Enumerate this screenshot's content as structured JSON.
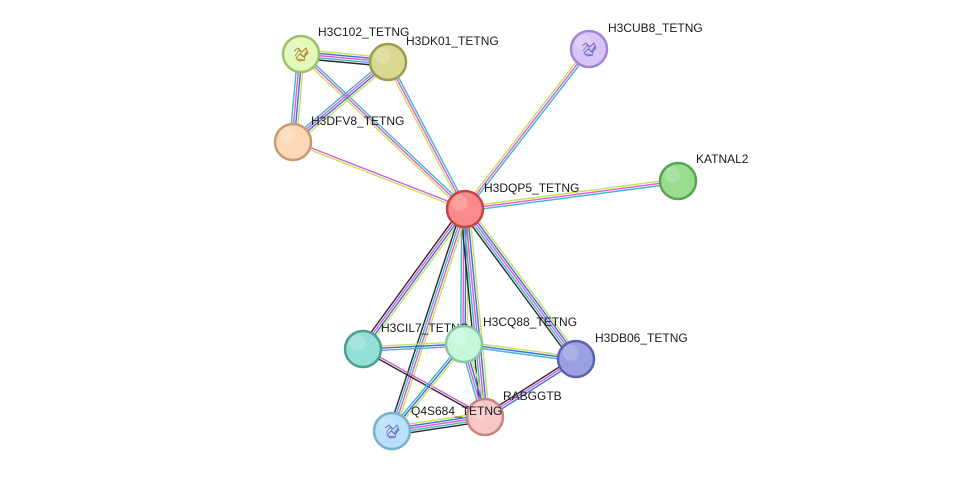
{
  "nodes": [
    {
      "id": "H3DQP5_TETNG",
      "label": "H3DQP5_TETNG",
      "fill": "#fb8a8a",
      "stroke": "#c94343",
      "query": true
    },
    {
      "id": "H3C102_TETNG",
      "label": "H3C102_TETNG",
      "fill": "#e1f8b8",
      "stroke": "#9ac26a",
      "icon": "protein-structure-icon"
    },
    {
      "id": "H3DK01_TETNG",
      "label": "H3DK01_TETNG",
      "fill": "#d8d890",
      "stroke": "#9a9a50"
    },
    {
      "id": "H3DFV8_TETNG",
      "label": "H3DFV8_TETNG",
      "fill": "#fcd8b6",
      "stroke": "#c89a72"
    },
    {
      "id": "H3CUB8_TETNG",
      "label": "H3CUB8_TETNG",
      "fill": "#d8c5f8",
      "stroke": "#9f86d4",
      "icon": "protein-structure-icon"
    },
    {
      "id": "KATNAL2",
      "label": "KATNAL2",
      "fill": "#98dc90",
      "stroke": "#5aa352"
    },
    {
      "id": "H3CIL7_TETNG",
      "label": "H3CIL7_TETNG",
      "fill": "#92e0d6",
      "stroke": "#4a9e92"
    },
    {
      "id": "H3CQ88_TETNG",
      "label": "H3CQ88_TETNG",
      "fill": "#c6f8dc",
      "stroke": "#86c8a2"
    },
    {
      "id": "H3DB06_TETNG",
      "label": "H3DB06_TETNG",
      "fill": "#9aa0e0",
      "stroke": "#5a62b0"
    },
    {
      "id": "RABGGTB",
      "label": "RABGGTB",
      "fill": "#f8c6c6",
      "stroke": "#c48484"
    },
    {
      "id": "Q4S684_TETNG",
      "label": "Q4S684_TETNG",
      "fill": "#b8e0f8",
      "stroke": "#78b0d0",
      "icon": "protein-structure-icon"
    }
  ],
  "evidence_colors": [
    "#c6e05e",
    "#3f6fd6",
    "#d65ed6",
    "#40b6c8",
    "#2a2a2a"
  ],
  "edges": [
    {
      "source": "H3DQP5_TETNG",
      "target": "H3C102_TETNG",
      "evidence": [
        0,
        2,
        3
      ]
    },
    {
      "source": "H3DQP5_TETNG",
      "target": "H3DK01_TETNG",
      "evidence": [
        0,
        2,
        3
      ]
    },
    {
      "source": "H3DQP5_TETNG",
      "target": "H3DFV8_TETNG",
      "evidence": [
        0,
        2
      ]
    },
    {
      "source": "H3DQP5_TETNG",
      "target": "H3CUB8_TETNG",
      "evidence": [
        0,
        2,
        3
      ]
    },
    {
      "source": "H3DQP5_TETNG",
      "target": "KATNAL2",
      "evidence": [
        0,
        2,
        3
      ]
    },
    {
      "source": "H3DQP5_TETNG",
      "target": "H3CIL7_TETNG",
      "evidence": [
        0,
        1,
        2,
        4
      ]
    },
    {
      "source": "H3DQP5_TETNG",
      "target": "H3CQ88_TETNG",
      "evidence": [
        0,
        1,
        2,
        3
      ]
    },
    {
      "source": "H3DQP5_TETNG",
      "target": "H3DB06_TETNG",
      "evidence": [
        0,
        1,
        2,
        3,
        4
      ]
    },
    {
      "source": "H3DQP5_TETNG",
      "target": "RABGGTB",
      "evidence": [
        0,
        1,
        2,
        3,
        4
      ]
    },
    {
      "source": "H3DQP5_TETNG",
      "target": "Q4S684_TETNG",
      "evidence": [
        0,
        2,
        3,
        4
      ]
    },
    {
      "source": "H3C102_TETNG",
      "target": "H3DK01_TETNG",
      "evidence": [
        0,
        1,
        2,
        3,
        4
      ]
    },
    {
      "source": "H3C102_TETNG",
      "target": "H3DFV8_TETNG",
      "evidence": [
        0,
        1,
        2,
        3
      ]
    },
    {
      "source": "H3DK01_TETNG",
      "target": "H3DFV8_TETNG",
      "evidence": [
        0,
        1,
        2,
        3
      ]
    },
    {
      "source": "H3CIL7_TETNG",
      "target": "H3CQ88_TETNG",
      "evidence": [
        0,
        1,
        3
      ]
    },
    {
      "source": "H3CIL7_TETNG",
      "target": "RABGGTB",
      "evidence": [
        2,
        4
      ]
    },
    {
      "source": "H3CQ88_TETNG",
      "target": "H3DB06_TETNG",
      "evidence": [
        0,
        1,
        3
      ]
    },
    {
      "source": "H3CQ88_TETNG",
      "target": "RABGGTB",
      "evidence": [
        0,
        1,
        2,
        3
      ]
    },
    {
      "source": "H3CQ88_TETNG",
      "target": "Q4S684_TETNG",
      "evidence": [
        0,
        1,
        3
      ]
    },
    {
      "source": "H3DB06_TETNG",
      "target": "RABGGTB",
      "evidence": [
        1,
        2,
        4
      ]
    },
    {
      "source": "Q4S684_TETNG",
      "target": "RABGGTB",
      "evidence": [
        0,
        1,
        2,
        3,
        4
      ]
    }
  ]
}
